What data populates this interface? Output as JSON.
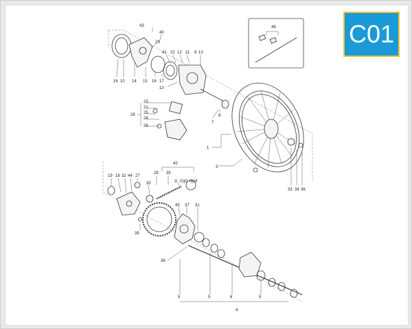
{
  "badge": {
    "label": "C01"
  },
  "kit_box": {
    "label": "46"
  },
  "upper_labels": [
    {
      "id": "43",
      "t": "43"
    },
    {
      "id": "40",
      "t": "40"
    },
    {
      "id": "29",
      "t": "29"
    },
    {
      "id": "41",
      "t": "41"
    },
    {
      "id": "22",
      "t": "22"
    },
    {
      "id": "12",
      "t": "12"
    },
    {
      "id": "11",
      "t": "11"
    },
    {
      "id": "9",
      "t": "9"
    },
    {
      "id": "13",
      "t": "13"
    },
    {
      "id": "16a",
      "t": "16"
    },
    {
      "id": "10a",
      "t": "10"
    },
    {
      "id": "14",
      "t": "14"
    },
    {
      "id": "15",
      "t": "15"
    },
    {
      "id": "16b",
      "t": "16"
    },
    {
      "id": "17",
      "t": "17"
    },
    {
      "id": "10b",
      "t": "10"
    },
    {
      "id": "23",
      "t": "23"
    },
    {
      "id": "21",
      "t": "21"
    },
    {
      "id": "25",
      "t": "25"
    },
    {
      "id": "24",
      "t": "24"
    },
    {
      "id": "26",
      "t": "26"
    },
    {
      "id": "28",
      "t": "28"
    },
    {
      "id": "8",
      "t": "8"
    },
    {
      "id": "7",
      "t": "7"
    },
    {
      "id": "1",
      "t": "1"
    },
    {
      "id": "3",
      "t": "3"
    },
    {
      "id": "33",
      "t": "33"
    },
    {
      "id": "34",
      "t": "34"
    },
    {
      "id": "36",
      "t": "36"
    }
  ],
  "lower_labels": [
    {
      "id": "42",
      "t": "42"
    },
    {
      "id": "28b",
      "t": "28"
    },
    {
      "id": "35",
      "t": "35"
    },
    {
      "id": "2",
      "t": "2"
    },
    {
      "id": "G10",
      "t": "G10"
    },
    {
      "id": "G18",
      "t": "G18"
    },
    {
      "id": "19",
      "t": "19"
    },
    {
      "id": "18",
      "t": "18"
    },
    {
      "id": "32",
      "t": "32"
    },
    {
      "id": "44",
      "t": "44"
    },
    {
      "id": "27",
      "t": "27"
    },
    {
      "id": "30",
      "t": "30"
    },
    {
      "id": "45",
      "t": "45"
    },
    {
      "id": "37",
      "t": "37"
    },
    {
      "id": "31",
      "t": "31"
    },
    {
      "id": "39",
      "t": "39"
    },
    {
      "id": "38",
      "t": "38"
    },
    {
      "id": "5a",
      "t": "5"
    },
    {
      "id": "5b",
      "t": "5"
    },
    {
      "id": "6",
      "t": "6"
    },
    {
      "id": "5c",
      "t": "5"
    },
    {
      "id": "4",
      "t": "4"
    }
  ]
}
